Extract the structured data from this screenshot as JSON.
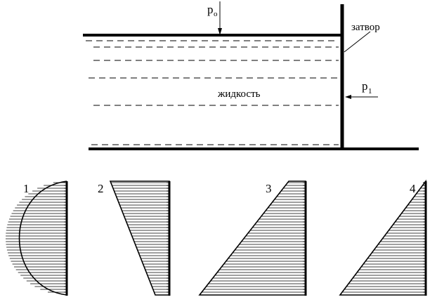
{
  "labels": {
    "p0_main": "p",
    "p0_sub": "o",
    "p1_main": "p",
    "p1_sub": "1",
    "gate": "затвор",
    "liquid": "жидкость"
  },
  "options": [
    {
      "number": "1",
      "shape": "semicircle"
    },
    {
      "number": "2",
      "shape": "inverted-trapezoid"
    },
    {
      "number": "3",
      "shape": "trapezoid"
    },
    {
      "number": "4",
      "shape": "triangle"
    }
  ]
}
